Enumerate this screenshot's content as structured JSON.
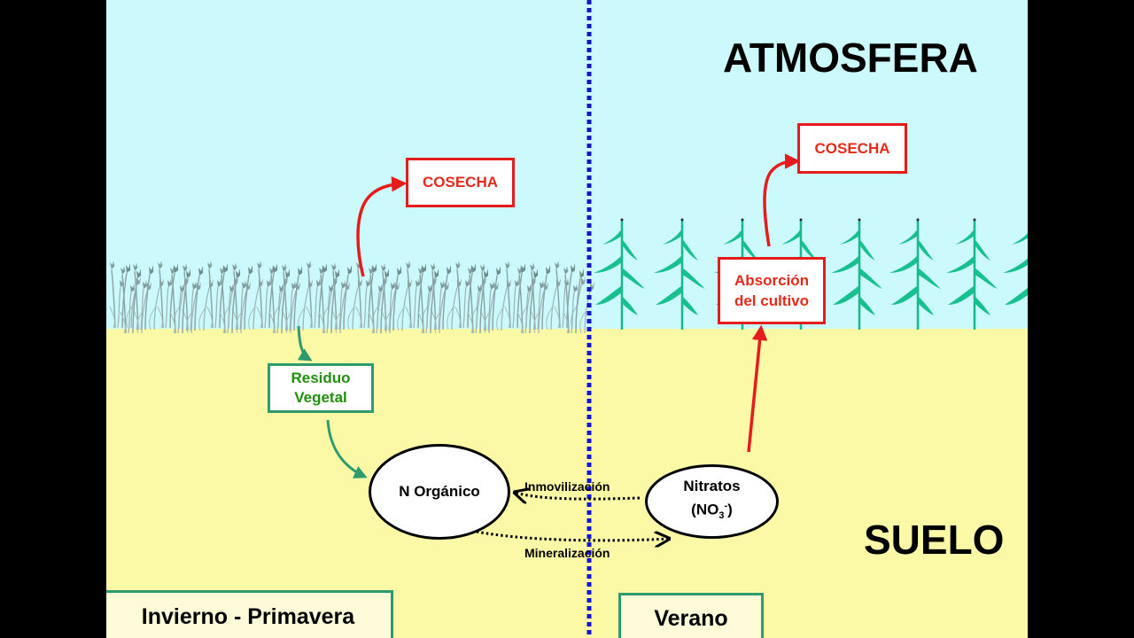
{
  "labels": {
    "atmosphere": "ATMOSFERA",
    "soil": "SUELO"
  },
  "left": {
    "harvest": "COSECHA",
    "residue": "Residuo\nVegetal",
    "season": "Invierno - Primavera"
  },
  "right": {
    "harvest": "COSECHA",
    "uptake": "Absorción\ndel cultivo",
    "season": "Verano"
  },
  "pools": {
    "organic_n": "N Orgánico",
    "nitrates_line1": "Nitratos",
    "nitrates_prefix": "(NO",
    "nitrates_sub": "3",
    "nitrates_sup": "-",
    "nitrates_suffix": ")"
  },
  "flows": {
    "immobilization": "Inmovilización",
    "mineralization": "Mineralización"
  },
  "colors": {
    "sky": "#ccf9fc",
    "soil": "#fbf9a6",
    "divider": "#1414d4",
    "harvest_red": "#e51c1c",
    "residue_green": "#2e9a6e",
    "maize_green": "#17b88a",
    "wheat_gray": "#7f9a9a"
  }
}
